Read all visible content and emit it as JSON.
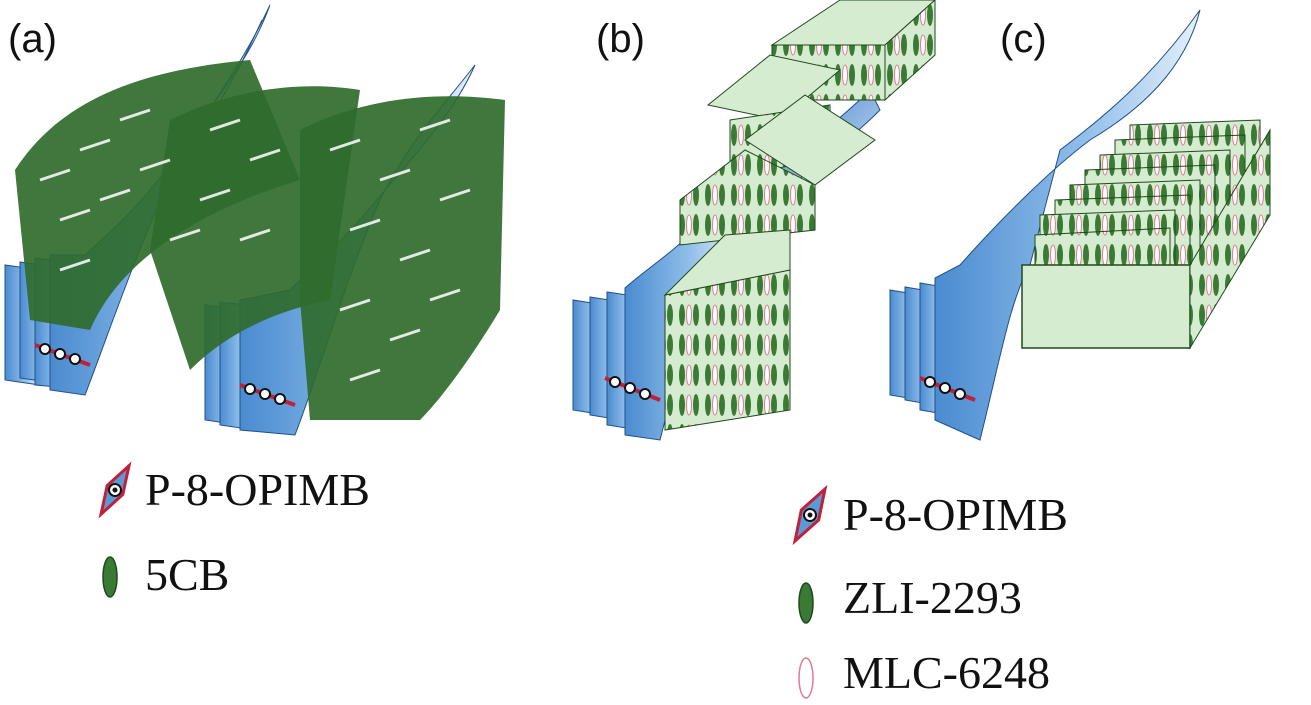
{
  "panels": [
    {
      "label": "(a)"
    },
    {
      "label": "(b)"
    },
    {
      "label": "(c)"
    }
  ],
  "legend_a": [
    {
      "text": "P-8-OPIMB",
      "icon": "bent-core-molecule-icon"
    },
    {
      "text": "5CB",
      "icon": "green-rod-molecule-icon"
    }
  ],
  "legend_bc": [
    {
      "text": "P-8-OPIMB",
      "icon": "bent-core-molecule-icon"
    },
    {
      "text": "ZLI-2293",
      "icon": "green-rod-molecule-icon"
    },
    {
      "text": "MLC-6248",
      "icon": "pink-rod-molecule-icon"
    }
  ],
  "colors": {
    "sheet_blue": "#5b9bd5",
    "sheet_blue_light": "#cfe2f6",
    "molecule_green": "#3a7a35",
    "slab_green": "#d6ecd0",
    "molecule_pink": "#e8a0b4",
    "outline_red": "#c0203a"
  }
}
